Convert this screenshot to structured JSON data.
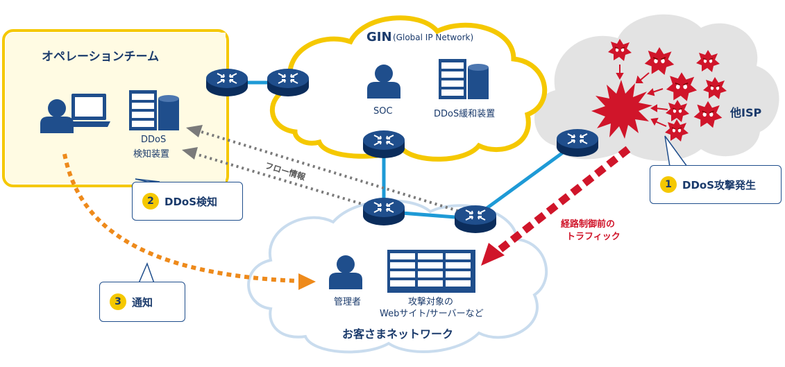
{
  "operation_team": {
    "title": "オペレーションチーム",
    "detector_label_1": "DDoS",
    "detector_label_2": "検知装置"
  },
  "gin": {
    "title": "GIN",
    "subtitle": "(Global IP Network)",
    "soc_label": "SOC",
    "mitigation_label": "DDoS緩和装置"
  },
  "other_isp": {
    "label": "他ISP"
  },
  "customer": {
    "title": "お客さまネットワーク",
    "admin_label": "管理者",
    "target_label_1": "攻撃対象の",
    "target_label_2": "Webサイト/サーバーなど"
  },
  "flow_label": "フロー情報",
  "traffic_label_1": "経路制御前の",
  "traffic_label_2": "トラフィック",
  "callouts": [
    {
      "num": "1",
      "text": "DDoS攻撃発生"
    },
    {
      "num": "2",
      "text": "DDoS検知"
    },
    {
      "num": "3",
      "text": "通知"
    }
  ],
  "colors": {
    "yellow": "#f5c800",
    "navy": "#1f4e8c",
    "red": "#d0152a",
    "orange": "#ee8a1b",
    "link": "#1e9ad6"
  }
}
